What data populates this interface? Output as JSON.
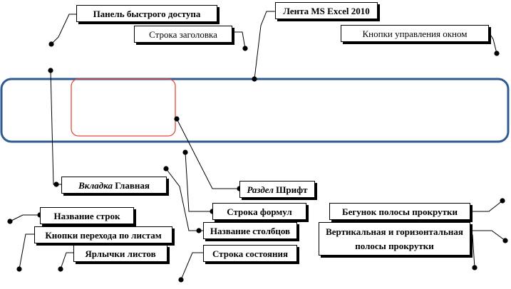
{
  "labels": {
    "quick_access": "Панель быстрого доступа",
    "ribbon": "Лента MS Excel 2010",
    "title_bar": "Строка заголовка",
    "window_buttons": "Кнопки управления окном",
    "home_tab_italic": "Вкладка",
    "home_tab_rest": " Главная",
    "font_group_italic": "Раздел",
    "font_group_rest": " Шрифт",
    "formula_bar": "Строка формул",
    "scroll_thumb": "Бегунок полосы прокрутки",
    "row_names": "Название строк",
    "sheet_nav_buttons": "Кнопки перехода по листам",
    "column_names": "Название столбцов",
    "scrollbars": "Вертикальная и горизонтальная полосы прокрутки",
    "sheet_tabs": "Ярлычки листов",
    "status_bar": "Строка состояния"
  },
  "colors": {
    "ribbon_border": "#2f5b93",
    "group_border": "#e8473b",
    "ink": "#000000"
  }
}
